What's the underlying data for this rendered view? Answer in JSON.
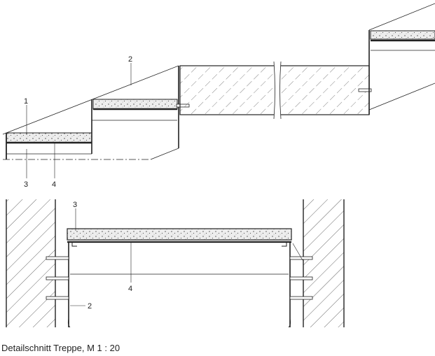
{
  "labels": {
    "upper": {
      "l1": "1",
      "l2": "2",
      "l3": "3",
      "l4": "4"
    },
    "lower": {
      "l3": "3",
      "l4": "4",
      "l2": "2"
    }
  },
  "caption": "Detailschnitt Treppe, M 1 : 20",
  "colors": {
    "line": "#222222",
    "hatch": "#555555",
    "concrete": "#e8e8e8",
    "wall": "#f6f6f6"
  }
}
